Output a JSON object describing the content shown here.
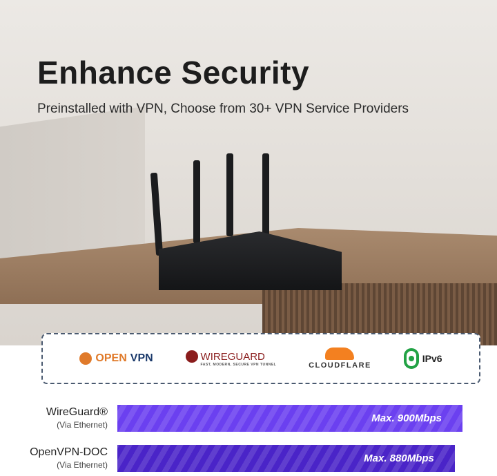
{
  "headline": "Enhance Security",
  "subheadline": "Preinstalled with VPN, Choose from 30+ VPN Service Providers",
  "logos": {
    "openvpn_a": "OPEN",
    "openvpn_b": "VPN",
    "wireguard": "WIREGUARD",
    "wireguard_tagline": "FAST, MODERN, SECURE VPN TUNNEL",
    "cloudflare": "CLOUDFLARE",
    "ipv6": "IPv6"
  },
  "speeds": [
    {
      "name": "WireGuard®",
      "sub": "(Via Ethernet)",
      "value": "Max. 900Mbps",
      "mbps": 900,
      "color": "#6b40f0"
    },
    {
      "name": "OpenVPN-DOC",
      "sub": "(Via Ethernet)",
      "value": "Max. 880Mbps",
      "mbps": 880,
      "color": "#4a24c8"
    }
  ]
}
